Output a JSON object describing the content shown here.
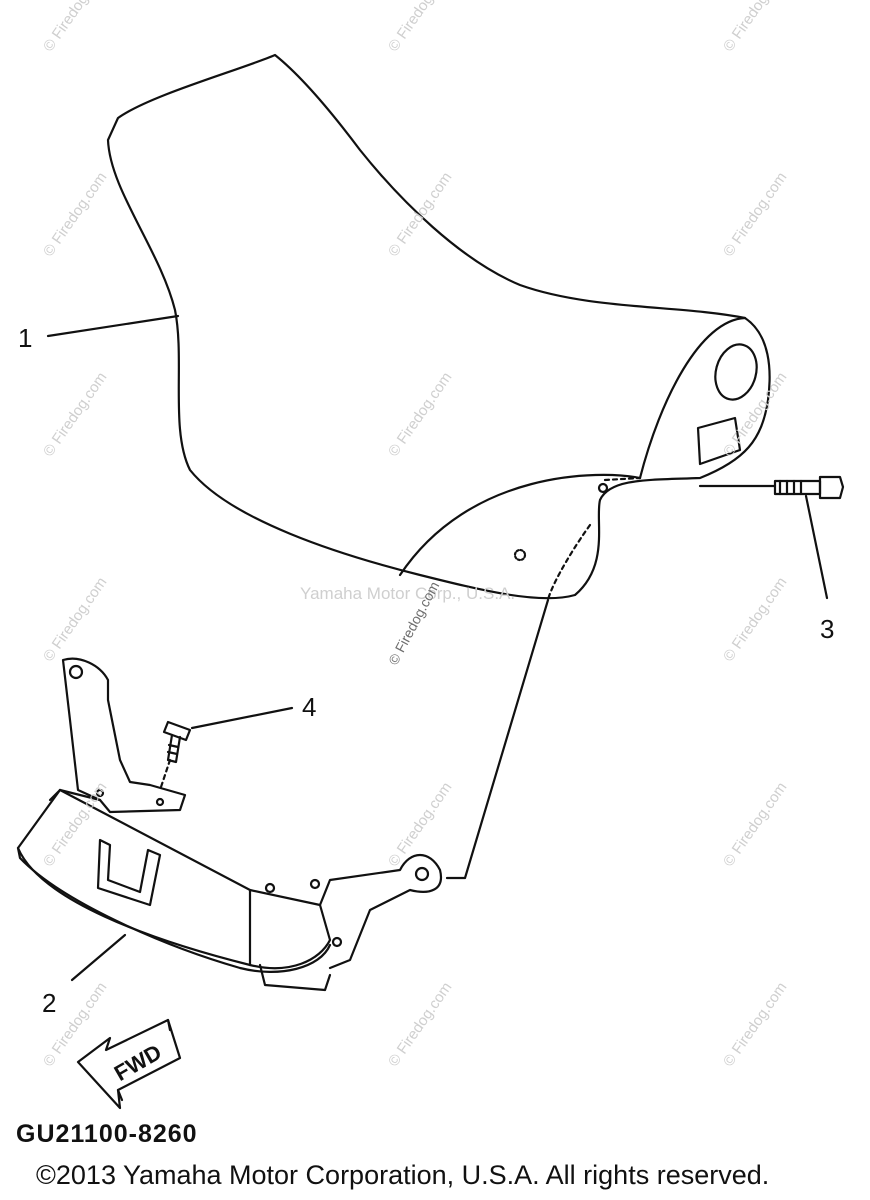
{
  "diagram": {
    "callouts": [
      {
        "id": "1",
        "label": "1"
      },
      {
        "id": "2",
        "label": "2"
      },
      {
        "id": "3",
        "label": "3"
      },
      {
        "id": "4",
        "label": "4"
      }
    ],
    "direction_arrow": {
      "label": "FWD"
    },
    "part_code": "GU21100-8260",
    "copyright": "©2013 Yamaha Motor Corporation, U.S.A. All rights reserved.",
    "watermarks": {
      "repeat_text": "© Firedog.com",
      "center_text": "Yamaha Motor Corp., U.S.A.",
      "diagonal_text": "© Firedog.com"
    },
    "colors": {
      "line": "#111111",
      "watermark": "#cfcfcf",
      "background": "#ffffff"
    }
  }
}
